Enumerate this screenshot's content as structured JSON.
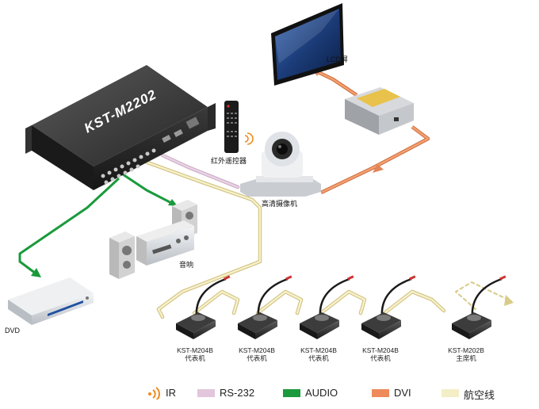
{
  "devices": {
    "controller": "KST-M2202",
    "lcd": "LCD屏",
    "remote": "红外遥控器",
    "camera": "高清摄像机",
    "audio": "音响",
    "dvd": "DVD",
    "mics": [
      {
        "model": "KST-M204B",
        "role": "代表机"
      },
      {
        "model": "KST-M204B",
        "role": "代表机"
      },
      {
        "model": "KST-M204B",
        "role": "代表机"
      },
      {
        "model": "KST-M204B",
        "role": "代表机"
      },
      {
        "model": "KST-M202B",
        "role": "主席机"
      }
    ]
  },
  "legend": [
    {
      "label": "IR",
      "color": "#f08a1c",
      "icon": "ir-wave-icon"
    },
    {
      "label": "RS-232",
      "color": "#e2c6dc"
    },
    {
      "label": "AUDIO",
      "color": "#1a9a3c"
    },
    {
      "label": "DVI",
      "color": "#ee8a5c"
    },
    {
      "label": "航空线",
      "color": "#f4eec6"
    }
  ]
}
